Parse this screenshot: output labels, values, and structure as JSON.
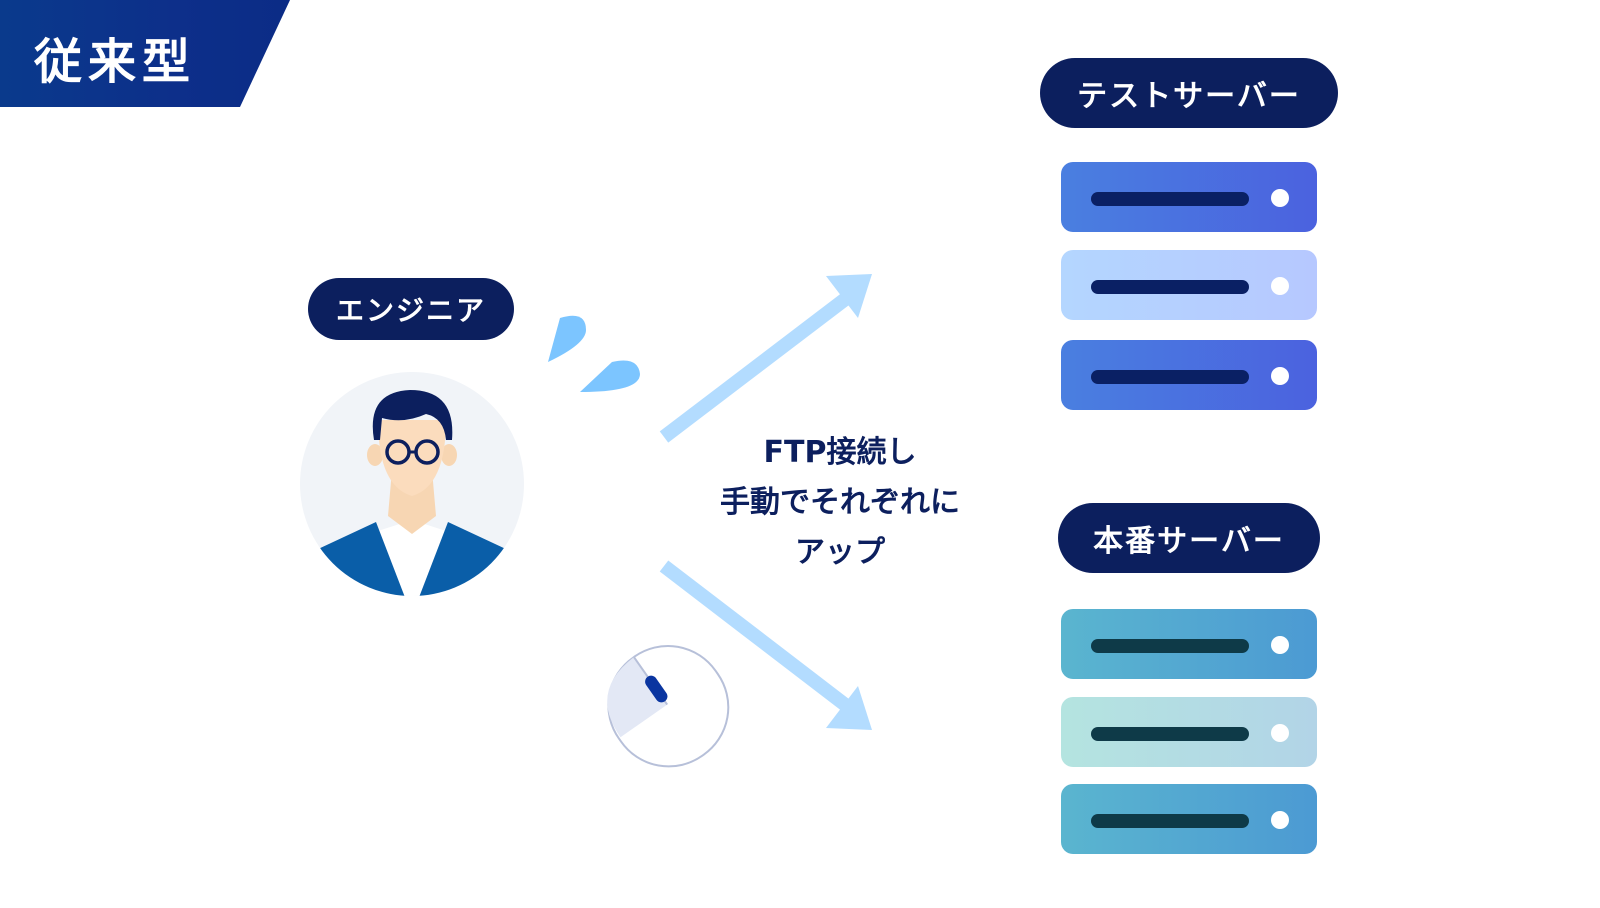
{
  "header": {
    "title": "従来型"
  },
  "engineer": {
    "label": "エンジニア"
  },
  "test_server": {
    "label": "テストサーバー"
  },
  "prod_server": {
    "label": "本番サーバー"
  },
  "caption": {
    "line1": "FTP接続し",
    "line2": "手動でそれぞれに",
    "line3": "アップ"
  },
  "colors": {
    "navy": "#0c1f5e",
    "banner": "#0b2c86",
    "arrow": "#b3dcff",
    "drop": "#7cc5ff",
    "test_server_dark": "#4b6fe0",
    "test_server_light": "#b5cfff",
    "prod_server_dark": "#53a8d1",
    "prod_server_light": "#b3dde4"
  },
  "icons": [
    "person-avatar",
    "sweat-drop",
    "arrow-up-right",
    "arrow-down-right",
    "computer-mouse",
    "server-unit"
  ]
}
